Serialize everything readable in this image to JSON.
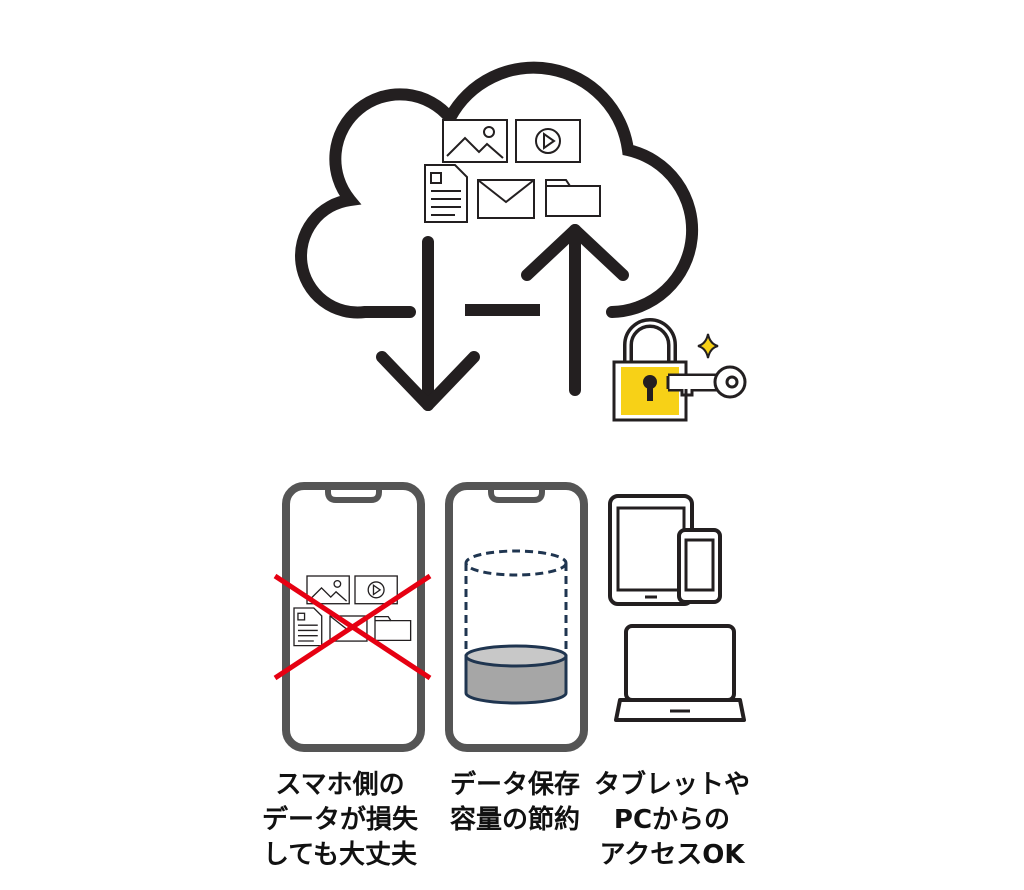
{
  "colors": {
    "line": "#231f20",
    "phone": "#555555",
    "lock_yellow": "#f7d117",
    "cross_red": "#e60012",
    "storage_fill": "#a6a6a6",
    "storage_line": "#1f3550"
  },
  "icons": [
    "cloud-icon",
    "image-icon",
    "video-icon",
    "document-icon",
    "mail-icon",
    "folder-icon",
    "download-arrow-icon",
    "upload-arrow-icon",
    "padlock-icon",
    "key-icon",
    "sparkle-icon",
    "smartphone-icon",
    "storage-cylinder-icon",
    "tablet-icon",
    "laptop-icon"
  ],
  "labels": [
    {
      "lines": [
        "スマホ側の",
        "データが損失",
        "しても大丈夫"
      ]
    },
    {
      "lines": [
        "データ保存",
        "容量の節約"
      ]
    },
    {
      "lines": [
        "タブレットや",
        "PCからの",
        "アクセスOK"
      ]
    }
  ]
}
